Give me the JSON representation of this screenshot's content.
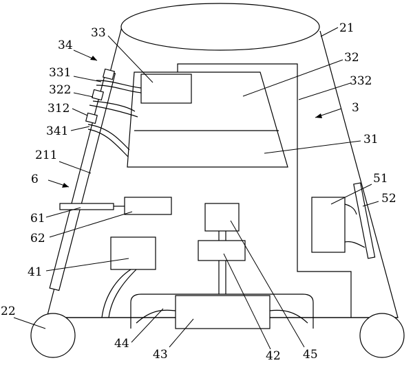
{
  "labels": {
    "l21": "21",
    "l33": "33",
    "l34": "34",
    "l32": "32",
    "l331": "331",
    "l332": "332",
    "l322": "322",
    "l3": "3",
    "l312": "312",
    "l341": "341",
    "l31": "31",
    "l211": "211",
    "l6": "6",
    "l51": "51",
    "l52": "52",
    "l61": "61",
    "l62": "62",
    "l41": "41",
    "l22": "22",
    "l44": "44",
    "l43": "43",
    "l42": "42",
    "l45": "45"
  }
}
